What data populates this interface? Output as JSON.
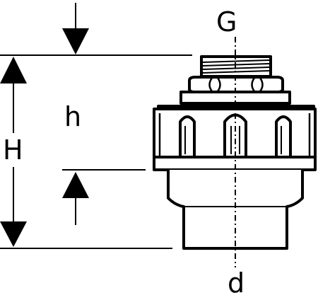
{
  "labels": {
    "G": "G",
    "h": "h",
    "H": "H",
    "d": "d"
  },
  "colors": {
    "ink": "#000000",
    "background": "#ffffff"
  }
}
